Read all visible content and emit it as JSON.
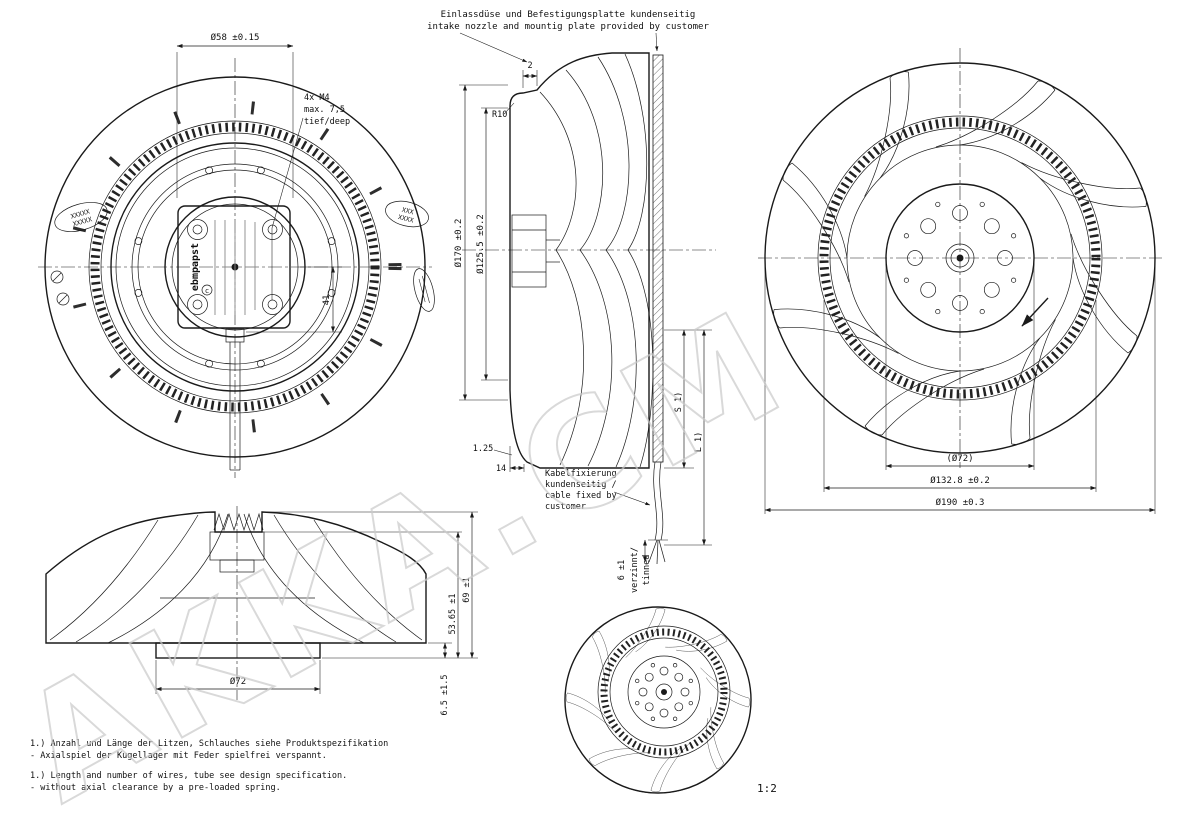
{
  "meta": {
    "scale_label": "1:2",
    "watermark": "AKKA.CM"
  },
  "colors": {
    "line": "#1a1a1a",
    "watermark": "#c9c9c9",
    "background": "#ffffff"
  },
  "top_note": {
    "de": "Einlassdüse und Befestigungsplatte kundenseitig",
    "en": "intake nozzle and mountig plate provided by customer"
  },
  "front_view": {
    "dim_spigot": "Ø58 ±0.15",
    "m4": [
      "4x M4",
      "max. 7,5",
      "tief/deep"
    ],
    "dim_41": "41",
    "label_left": [
      "XXXXX",
      "XXXXX"
    ],
    "label_right": [
      "XXX",
      "XXXX"
    ],
    "brand": "ebmpapst",
    "c_mark": "c"
  },
  "section_view": {
    "dim_2": "2",
    "r10": "R10",
    "dim_d170": "Ø170 ±0.2",
    "dim_d1255": "Ø125.5 ±0.2",
    "dim_125": "1.25",
    "dim_14": "14",
    "dim_s": "S 1)",
    "dim_l": "L 1)",
    "cable_note": [
      "Kabelfixierung",
      "kundenseitig /",
      "cable fixed by",
      "customer"
    ],
    "tin_dim": "6 ±1",
    "tin_note": [
      "verzinnt/",
      "tinned"
    ]
  },
  "impeller_view": {
    "dim_d72": "(Ø72)",
    "dim_d1328": "Ø132.8 ±0.2",
    "dim_d190": "Ø190 ±0.3"
  },
  "side_view": {
    "dim_d72": "Ø72",
    "dim_65": "6.5 ±1.5",
    "dim_5365": "53.65 ±1",
    "dim_69": "69 ±1"
  },
  "footnotes": [
    "1.) Anzahl und Länge der Litzen, Schlauches siehe Produktspezifikation",
    "- Axialspiel der Kugellager mit Feder spielfrei verspannt.",
    "1.) Length and number of wires, tube see design specification.",
    "- without axial clearance by a pre-loaded spring."
  ]
}
